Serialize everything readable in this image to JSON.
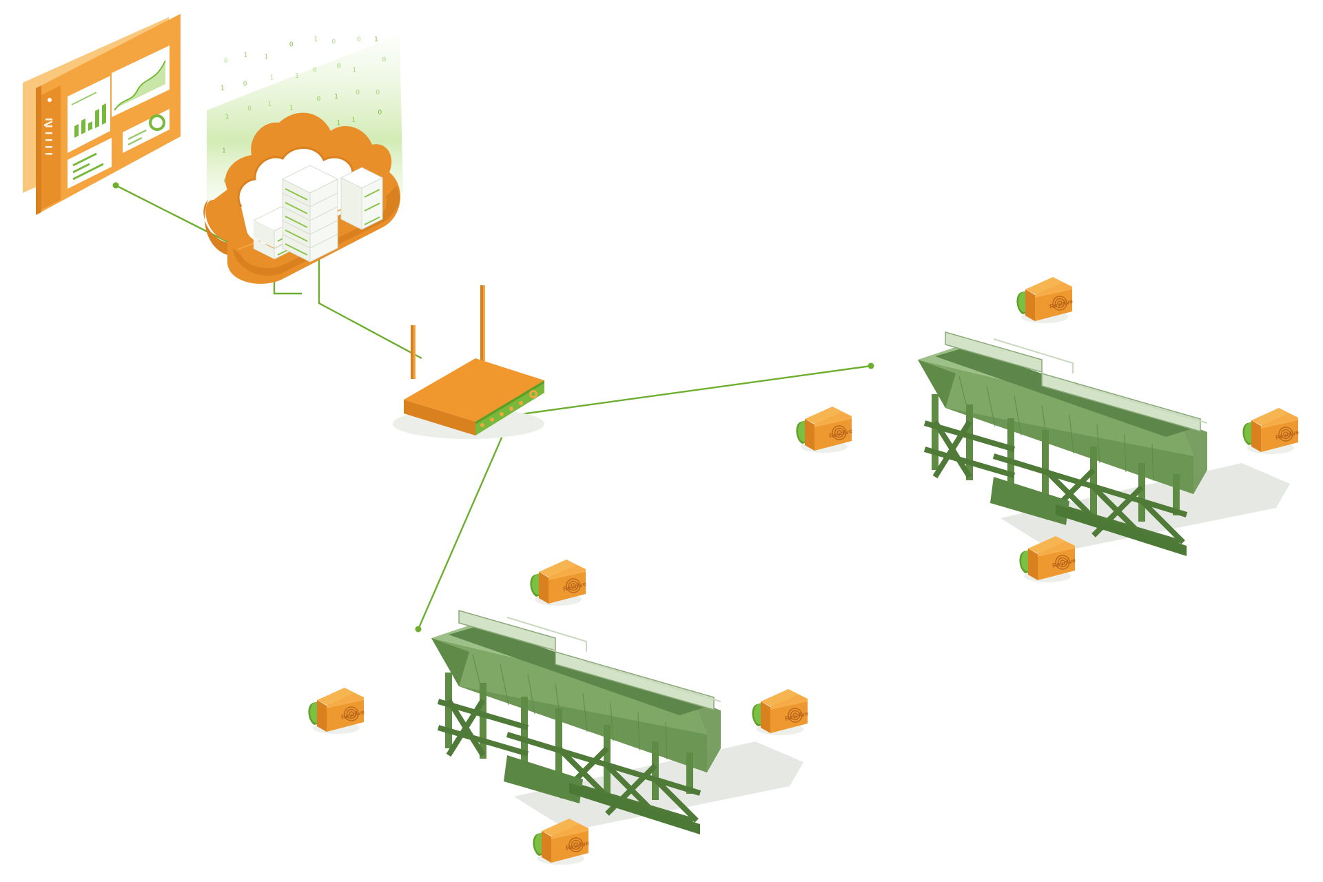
{
  "sensor_brand": "Revolve",
  "binary_digits": [
    "0",
    "1",
    "1",
    "0",
    "1",
    "0",
    "0",
    "1",
    "1",
    "0",
    "1",
    "1",
    "0",
    "0",
    "1",
    "0",
    "1",
    "0",
    "1",
    "1",
    "0",
    "1",
    "0",
    "0",
    "1",
    "1",
    "0",
    "1",
    "0",
    "1",
    "1",
    "0",
    "0",
    "1",
    "1",
    "0",
    "1",
    "0",
    "0",
    "1"
  ],
  "colors": {
    "orange": "#F5A540",
    "orange_dark": "#D9801F",
    "orange_mid": "#E88F2A",
    "green": "#78B83A",
    "green_line": "#6DAE2E",
    "machine_green": "#6E9A55",
    "machine_light": "#8EB47A",
    "machine_dark": "#4E7A3C",
    "server_white": "#F6F8F3",
    "shadow": "#E5E8E2"
  },
  "icons": {
    "dashboard": "dashboard-monitor-icon",
    "cloud": "cloud-server-icon",
    "router": "wireless-router-icon",
    "machine": "vibrating-screen-machine-icon",
    "sensor": "vibration-sensor-icon"
  },
  "network": {
    "nodes": [
      "dashboard",
      "cloud",
      "router",
      "screen-machine-1",
      "screen-machine-2"
    ],
    "links": [
      [
        "dashboard",
        "cloud"
      ],
      [
        "cloud",
        "router"
      ],
      [
        "router",
        "screen-machine-1"
      ],
      [
        "router",
        "screen-machine-2"
      ]
    ],
    "sensors_per_machine": 4
  }
}
